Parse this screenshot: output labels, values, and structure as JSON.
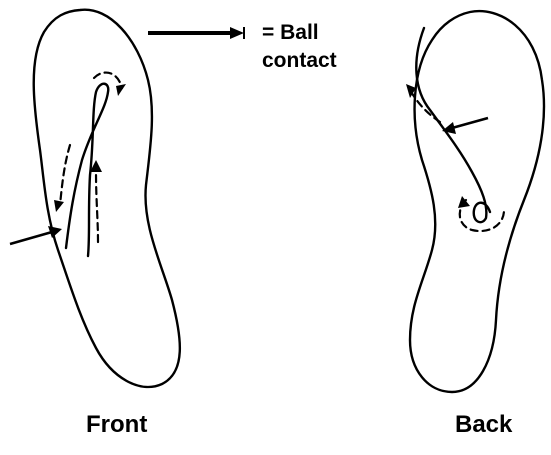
{
  "legend": {
    "line1": "= Ball",
    "line2": "contact"
  },
  "panels": [
    {
      "label": "Front"
    },
    {
      "label": "Back"
    }
  ],
  "colors": {
    "ink": "#000000",
    "background": "#ffffff"
  },
  "icons": [
    "ball-contact-arrow-icon",
    "foot-outline-icon",
    "motion-path-icon"
  ]
}
